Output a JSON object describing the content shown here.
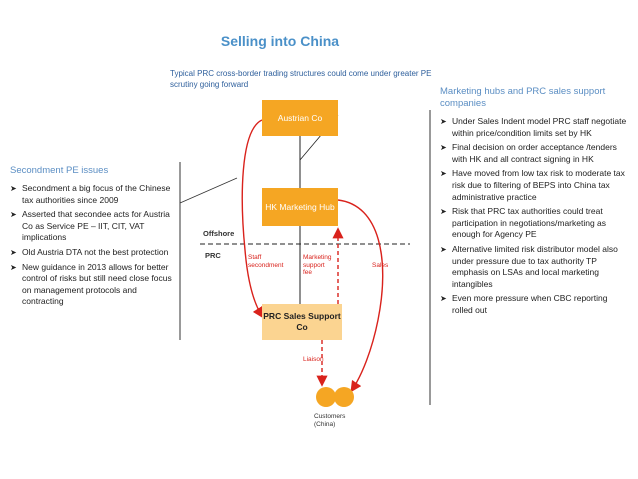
{
  "title": "Selling into China",
  "note": "Typical PRC cross-border trading structures could come under greater PE scrutiny going forward",
  "left_panel": {
    "title": "Secondment PE issues",
    "bullets": [
      "Secondment a big focus of the Chinese tax authorities since 2009",
      "Asserted that secondee acts for Austria Co as Service PE – IIT, CIT, VAT implications",
      "Old Austria DTA not the best protection",
      "New guidance in 2013 allows for better control of risks but still need close focus on management protocols and contracting"
    ]
  },
  "right_panel": {
    "title": "Marketing hubs and PRC sales support companies",
    "bullets": [
      "Under Sales Indent model PRC staff negotiate within price/condition limits set by HK",
      "Final decision on order acceptance /tenders with HK and all contract signing in HK",
      "Have moved from low tax risk to moderate tax risk due to filtering of BEPS into China tax administrative practice",
      "Risk that PRC tax authorities could treat participation in negotiations/marketing as enough for Agency PE",
      "Alternative limited risk distributor model also under pressure due to tax authority TP emphasis on LSAs and local marketing intangibles",
      "Even more pressure when CBC reporting rolled out"
    ]
  },
  "diagram": {
    "austrian_co": "Austrian Co",
    "hk_hub": "HK Marketing Hub",
    "prc_sales": "PRC Sales Support Co",
    "offshore": "Offshore",
    "prc": "PRC",
    "staff_secondment": "Staff secondment",
    "marketing_support_fee": "Marketing support fee",
    "sales": "Sales",
    "liaison": "Liaison",
    "customers": "Customers (China)"
  },
  "colors": {
    "accent": "#4a90c8",
    "box_orange": "#f5a623",
    "box_light": "#fbd491",
    "arrow_red": "#d9221c",
    "customer_circle": "#f5a623"
  },
  "icons": {
    "bullet": "arrow-bullet-icon"
  }
}
